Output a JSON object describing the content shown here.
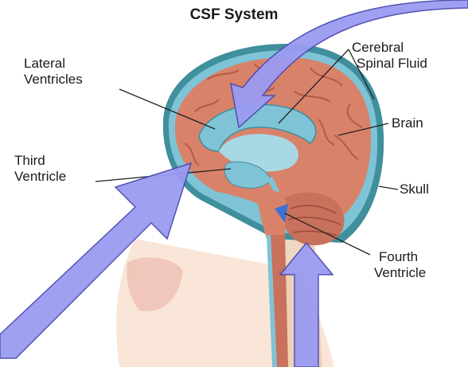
{
  "diagram": {
    "title": "CSF System",
    "labels": {
      "lateral_ventricles": [
        "Lateral",
        "Ventricles"
      ],
      "cerebral_spinal_fluid": [
        "Cerebral",
        "Spinal Fluid"
      ],
      "brain": "Brain",
      "third_ventricle": [
        "Third",
        "Ventricle"
      ],
      "skull": "Skull",
      "fourth_ventricle": [
        "Fourth",
        "Ventricle"
      ]
    }
  },
  "colors": {
    "brain": "#d9826a",
    "brain_dark": "#b45a46",
    "csf": "#7fc3d6",
    "skull": "#3f8f9c",
    "arrow_fill": "#9b9bf2",
    "arrow_stroke": "#4a4ab0",
    "skin": "#f6dcc8",
    "spine": "#e7c8a8"
  }
}
